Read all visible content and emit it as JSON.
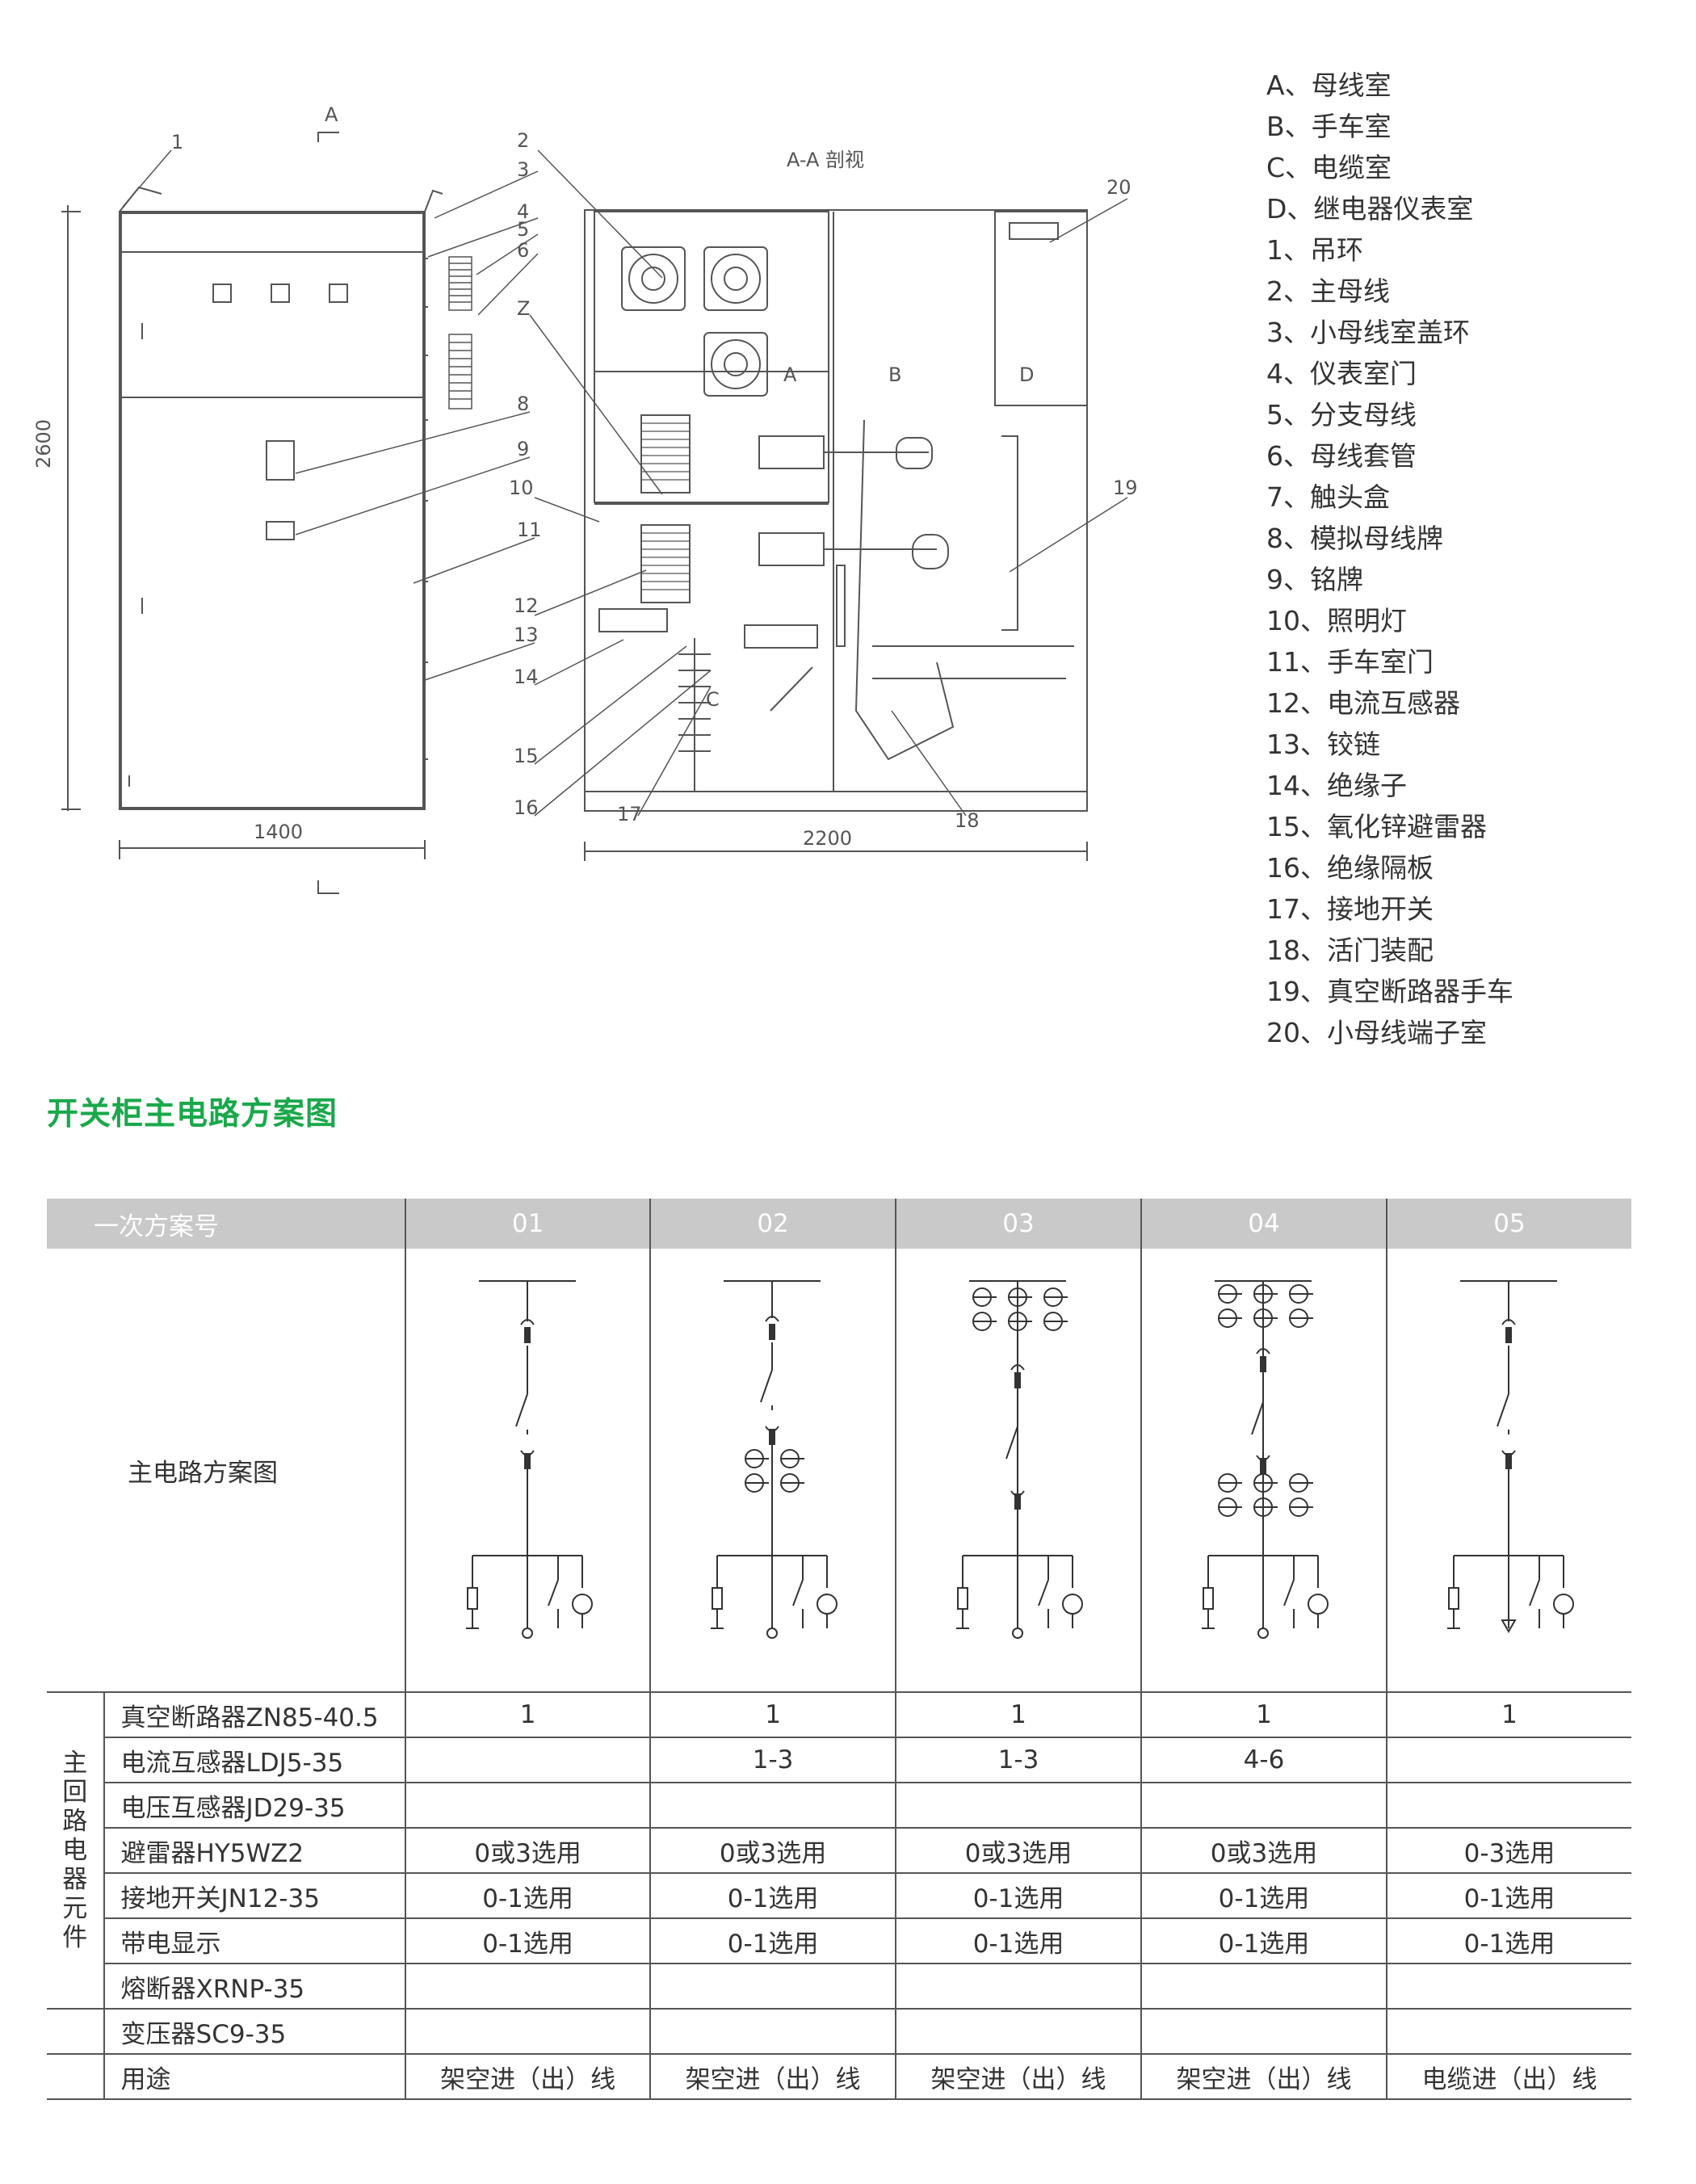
{
  "drawing": {
    "section_label": "A-A 剖视",
    "section_mark": "A",
    "dim_height": "2600",
    "dim_width_front": "1400",
    "dim_width_side": "2200",
    "callouts_front": [
      "1",
      "2",
      "3",
      "4",
      "5",
      "6",
      "Z",
      "8",
      "9",
      "10",
      "11",
      "12",
      "13",
      "14",
      "15",
      "16",
      "17",
      "18",
      "19",
      "20"
    ],
    "compartment_labels": [
      "A",
      "B",
      "C",
      "D"
    ]
  },
  "legend": [
    "A、母线室",
    "B、手车室",
    "C、电缆室",
    "D、继电器仪表室",
    "1、吊环",
    "2、主母线",
    "3、小母线室盖环",
    "4、仪表室门",
    "5、分支母线",
    "6、母线套管",
    "7、触头盒",
    "8、模拟母线牌",
    "9、铭牌",
    "10、照明灯",
    "11、手车室门",
    "12、电流互感器",
    "13、铰链",
    "14、绝缘子",
    "15、氧化锌避雷器",
    "16、绝缘隔板",
    "17、接地开关",
    "18、活门装配",
    "19、真空断路器手车",
    "20、小母线端子室"
  ],
  "section_title": "开关柜主电路方案图",
  "table": {
    "header": [
      "一次方案号",
      "01",
      "02",
      "03",
      "04",
      "05"
    ],
    "diagram_label": "主电路方案图",
    "group_label": "主回路电器元件",
    "rows": [
      {
        "label": "真空断路器ZN85-40.5",
        "values": [
          "1",
          "1",
          "1",
          "1",
          "1"
        ]
      },
      {
        "label": "电流互感器LDJ5-35",
        "values": [
          "",
          "1-3",
          "1-3",
          "4-6",
          ""
        ]
      },
      {
        "label": "电压互感器JD29-35",
        "values": [
          "",
          "",
          "",
          "",
          ""
        ]
      },
      {
        "label": "避雷器HY5WZ2",
        "values": [
          "0或3选用",
          "0或3选用",
          "0或3选用",
          "0或3选用",
          "0-3选用"
        ]
      },
      {
        "label": "接地开关JN12-35",
        "values": [
          "0-1选用",
          "0-1选用",
          "0-1选用",
          "0-1选用",
          "0-1选用"
        ]
      },
      {
        "label": "带电显示",
        "values": [
          "0-1选用",
          "0-1选用",
          "0-1选用",
          "0-1选用",
          "0-1选用"
        ]
      },
      {
        "label": "熔断器XRNP-35",
        "values": [
          "",
          "",
          "",
          "",
          ""
        ]
      }
    ],
    "extra_rows": [
      {
        "label": "变压器SC9-35",
        "values": [
          "",
          "",
          "",
          "",
          ""
        ]
      },
      {
        "label": "用途",
        "values": [
          "架空进（出）线",
          "架空进（出）线",
          "架空进（出）线",
          "架空进（出）线",
          "电缆进（出）线"
        ]
      }
    ]
  }
}
